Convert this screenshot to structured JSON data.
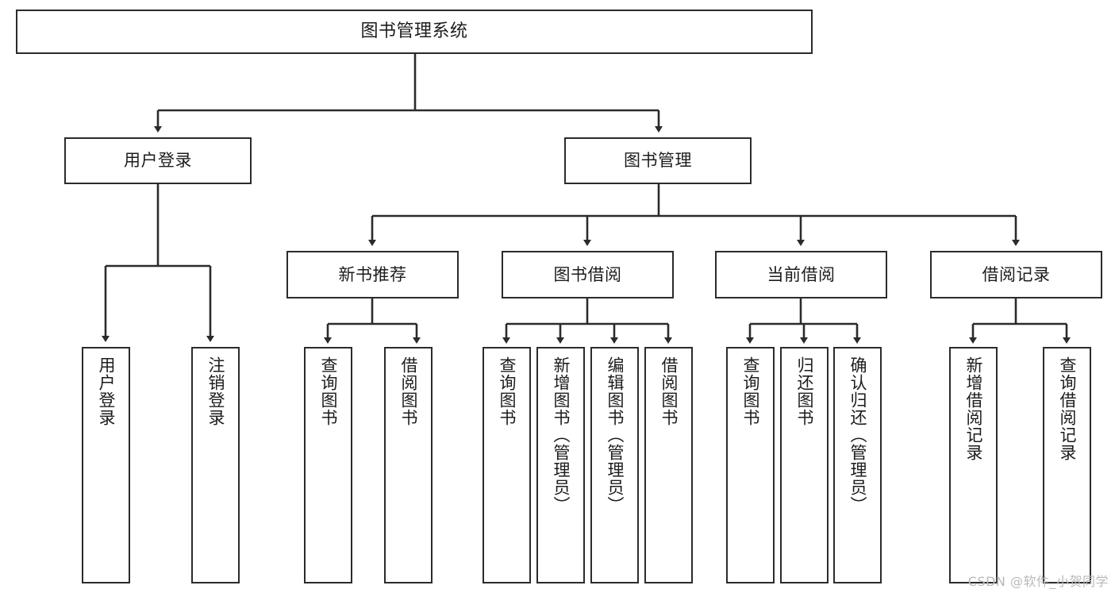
{
  "diagram": {
    "title": "图书管理系统",
    "type": "tree",
    "watermark": "CSDN @软件_小贺同学",
    "colors": {
      "background": "#ffffff",
      "node_fill": "#ffffff",
      "node_border": "#2b2b2b",
      "connector": "#2b2b2b",
      "text": "#1c1c1c",
      "watermark": "#b9b9b9"
    },
    "root": {
      "label": "图书管理系统"
    },
    "level1": [
      {
        "label": "用户登录"
      },
      {
        "label": "图书管理"
      }
    ],
    "level2": [
      {
        "label": "新书推荐"
      },
      {
        "label": "图书借阅"
      },
      {
        "label": "当前借阅"
      },
      {
        "label": "借阅记录"
      }
    ],
    "leaves": {
      "user_login": [
        {
          "label": "用户登录"
        },
        {
          "label": "注销登录"
        }
      ],
      "new_book_recommend": [
        {
          "label": "查询图书"
        },
        {
          "label": "借阅图书"
        }
      ],
      "book_borrow": [
        {
          "label": "查询图书"
        },
        {
          "label": "新增图书（管理员）"
        },
        {
          "label": "编辑图书（管理员）"
        },
        {
          "label": "借阅图书"
        }
      ],
      "current_borrow": [
        {
          "label": "查询图书"
        },
        {
          "label": "归还图书"
        },
        {
          "label": "确认归还（管理员）"
        }
      ],
      "borrow_record": [
        {
          "label": "新增借阅记录"
        },
        {
          "label": "查询借阅记录"
        }
      ]
    }
  }
}
